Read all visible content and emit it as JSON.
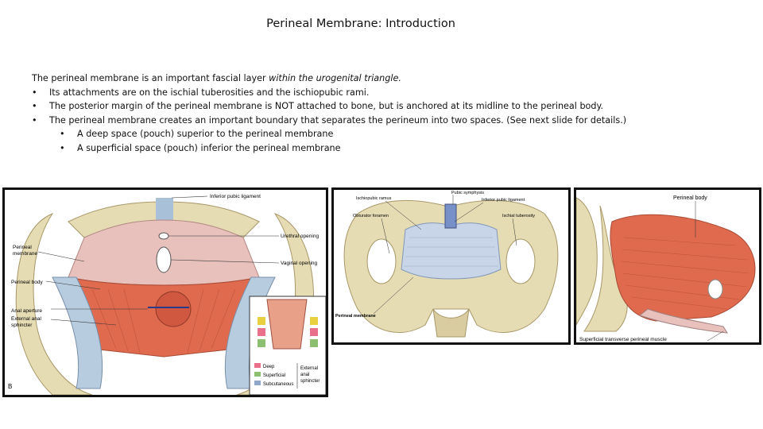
{
  "title": "Perineal Membrane: Introduction",
  "intro_plain": "The perineal membrane is an important fascial layer ",
  "intro_italic": "within the urogenital triangle.",
  "bullets": [
    "Its attachments are on the ischial tuberosities and the ischiopubic rami.",
    "The posterior margin of the perineal membrane is NOT attached to bone, but is anchored at its midline to the perineal body.",
    "The perineal membrane creates an important boundary that separates the perineum into two spaces. (See next slide for details.)"
  ],
  "sub_bullets": [
    "A deep space (pouch) superior to the perineal membrane",
    "A superficial space (pouch) inferior the perineal membrane"
  ],
  "bullet_glyph": "•",
  "figure1": {
    "labels": {
      "inferior_pubic_ligament": "Inferior pubic ligament",
      "perineal_membrane_1": "Perineal",
      "perineal_membrane_2": "membrane",
      "perineal_body": "Perineal body",
      "anal_aperture": "Anal aperture",
      "external_anal_sphincter_1": "External anal",
      "external_anal_sphincter_2": "sphincter",
      "urethral_opening": "Urethral opening",
      "vaginal_opening": "Vaginal opening",
      "panel_letter": "B"
    },
    "inset_legend": [
      {
        "label": "Deep",
        "color": "#e8708a"
      },
      {
        "label": "Superficial",
        "color": "#8cc070"
      },
      {
        "label": "Subcutaneous",
        "color": "#90a8c8"
      }
    ],
    "inset_label_1": "External",
    "inset_label_2": "anal",
    "inset_label_3": "sphincter"
  },
  "figure2": {
    "labels": {
      "pubic_symphysis": "Pubic symphysis",
      "ischiopubic_ramus": "Ischiopubic ramus",
      "inferior_pubic_ligament": "Inferior pubic ligament",
      "obturator_foramen": "Obturator foramen",
      "ischial_tuberosity": "Ischial tuberosity",
      "perineal_membrane": "Perineal membrane"
    }
  },
  "figure3": {
    "labels": {
      "perineal_body": "Perineal body",
      "superficial_transverse": "Superficial transverse perineal muscle"
    }
  },
  "colors": {
    "bone": "#e6dcb4",
    "bone_shade": "#c8b888",
    "muscle": "#e06a4e",
    "membrane_pink": "#e8c0bc",
    "fascia_blue": "#b8cce0"
  }
}
